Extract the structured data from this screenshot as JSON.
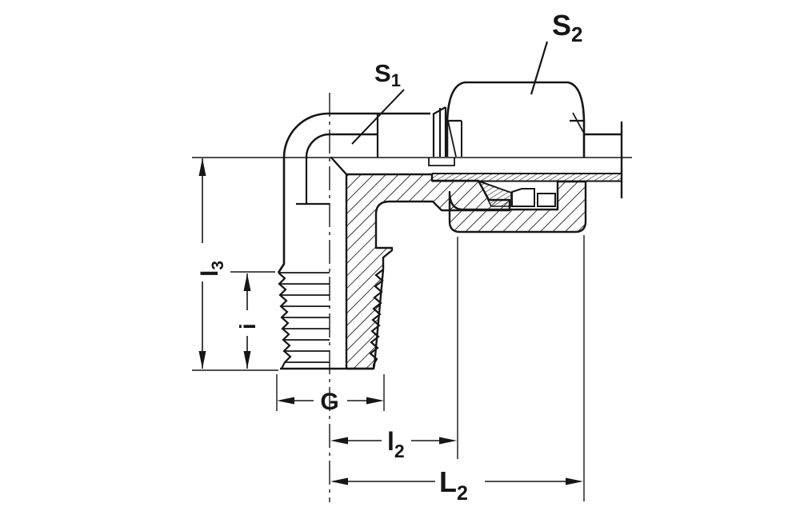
{
  "page": {
    "title": "90 degree male stud elbow compression fitting - dimensioned half-section drawing",
    "background": "#ffffff"
  },
  "colors": {
    "line": "#161616",
    "background": "#ffffff"
  },
  "labels": {
    "s1": {
      "main": "S",
      "sub": "1"
    },
    "s2": {
      "main": "S",
      "sub": "2"
    },
    "l3": {
      "main": "l",
      "sub": "3"
    },
    "i": {
      "main": "i",
      "sub": ""
    },
    "g": {
      "main": "G",
      "sub": ""
    },
    "l2": {
      "main": "l",
      "sub": "2"
    },
    "L2": {
      "main": "L",
      "sub": "2"
    }
  }
}
